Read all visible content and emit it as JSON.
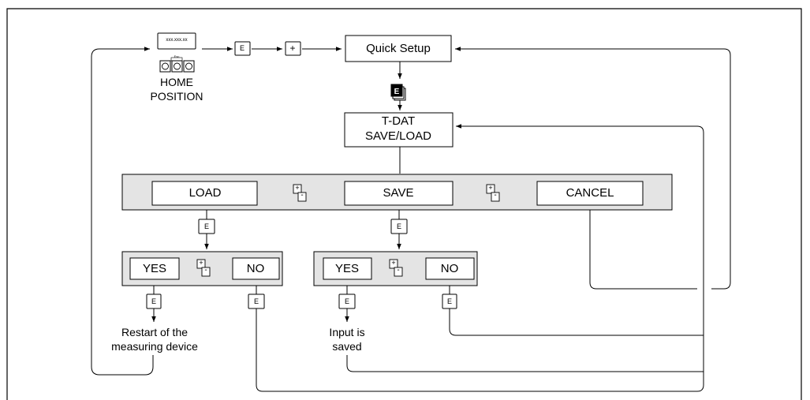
{
  "display": {
    "text": "xxx.xxx.xx",
    "keypad_label": "Esc"
  },
  "home_position": {
    "line1": "HOME",
    "line2": "POSITION"
  },
  "keys": {
    "enter": "E",
    "plus": "+",
    "minus": "-"
  },
  "quick_setup": {
    "label": "Quick Setup"
  },
  "tdat": {
    "line1": "T-DAT",
    "line2": "SAVE/LOAD"
  },
  "menu": {
    "load": "LOAD",
    "save": "SAVE",
    "cancel": "CANCEL"
  },
  "choice": {
    "yes": "YES",
    "no": "NO"
  },
  "outcomes": {
    "restart_line1": "Restart of the",
    "restart_line2": "measuring device",
    "saved_line1": "Input is",
    "saved_line2": "saved"
  }
}
